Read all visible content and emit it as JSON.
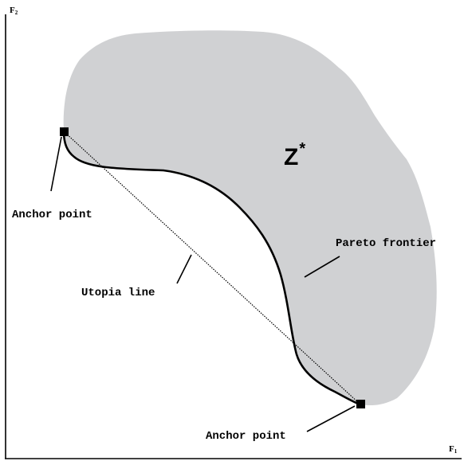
{
  "axes": {
    "x_label": "F",
    "x_label_sub": "1",
    "y_label": "F",
    "y_label_sub": "2"
  },
  "set_label": {
    "text": "Z",
    "superscript": "*"
  },
  "labels": {
    "anchor_point_top": "Anchor point",
    "anchor_point_bottom": "Anchor point",
    "utopia_line": "Utopia line",
    "pareto_frontier": "Pareto frontier"
  },
  "colors": {
    "feasible_region": "#d0d1d3",
    "ink": "#000000"
  }
}
